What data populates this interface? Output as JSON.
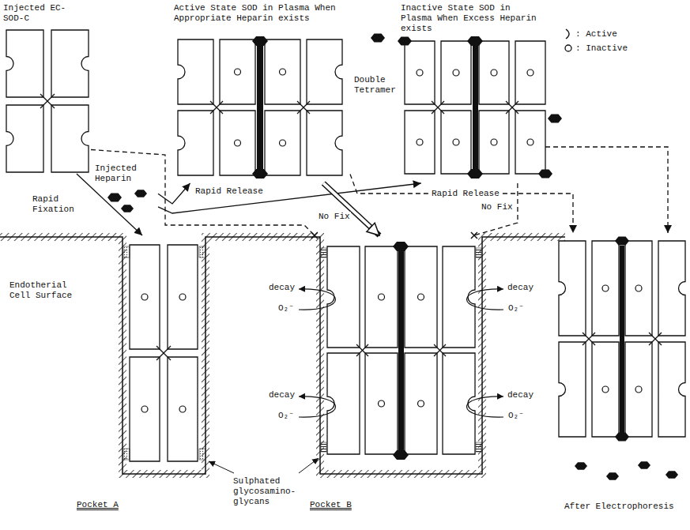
{
  "diagram": {
    "nodes": [
      {
        "text": [
          "Injected EC-SOD-C"
        ]
      },
      {
        "text": [
          "Active State SOD in Plasma When Appropriate Heparin exists"
        ]
      },
      {
        "text": [
          "Inactive State SOD in Plasma When Excess Heparin exists"
        ]
      },
      {
        "text": [
          "Injected Heparin"
        ]
      },
      {
        "text": [
          "Pocket A"
        ]
      },
      {
        "text": [
          "Pocket B"
        ]
      },
      {
        "text": [
          "After Electrophoresis"
        ]
      }
    ],
    "edges": [
      {
        "from": 0,
        "to": 4,
        "arrow": "to",
        "label": "Rapid Fixation"
      },
      {
        "from": 3,
        "to": 1,
        "arrow": "to",
        "label": "Rapid Release"
      },
      {
        "from": 3,
        "to": 2,
        "arrow": "to"
      },
      {
        "from": 1,
        "to": 5,
        "arrow": "to"
      },
      {
        "from": 0,
        "to": 5,
        "arrow": "none",
        "label": "No Fix"
      },
      {
        "from": 2,
        "to": 5,
        "arrow": "none",
        "label": "No Fix"
      },
      {
        "from": 1,
        "to": 6,
        "arrow": "to",
        "label": "Rapid Release"
      },
      {
        "from": 2,
        "to": 6,
        "arrow": "to"
      }
    ],
    "labels": [
      "Double Tetramer",
      "Endotherial Cell Surface",
      "decay",
      "O₂⁻",
      "decay",
      "O₂⁻",
      "decay",
      "O₂⁻",
      "decay",
      "O₂⁻",
      "Sulphated glycosamino-glycans"
    ],
    "legend": [
      {
        "text": ": Active"
      },
      {
        "text": ": Inactive"
      }
    ]
  }
}
